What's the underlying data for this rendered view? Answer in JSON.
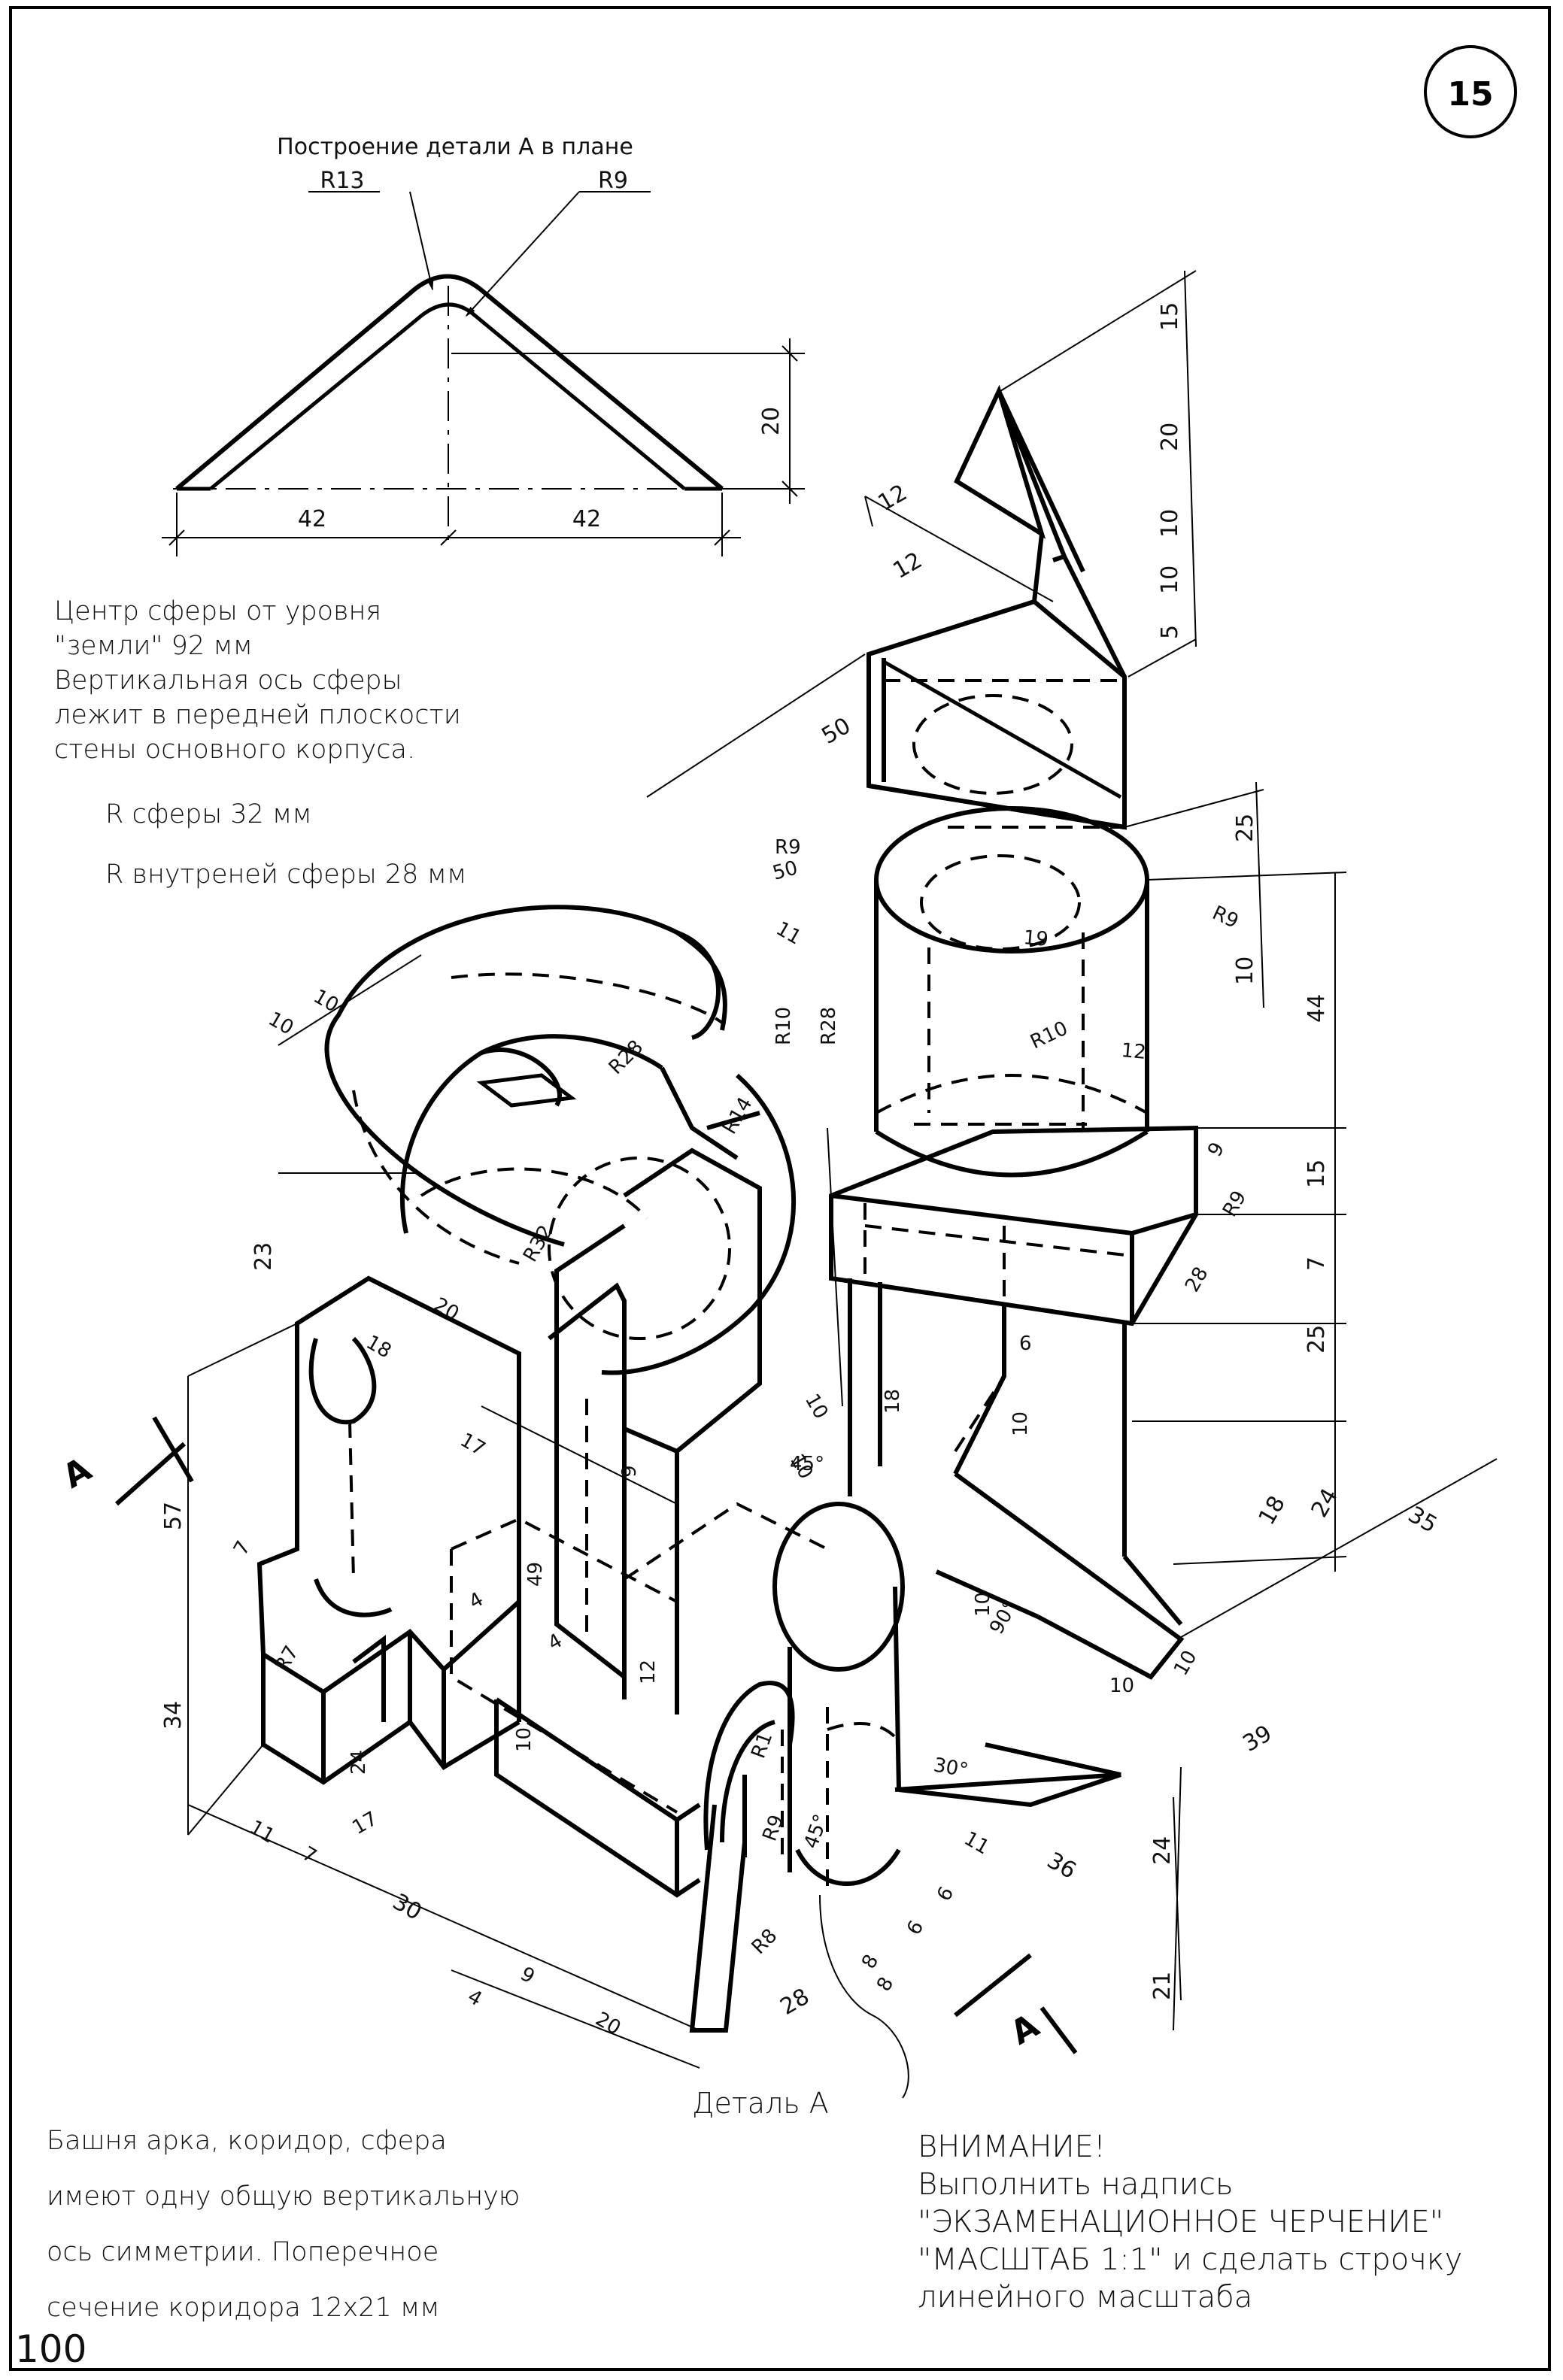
{
  "sheet": {
    "number": "15",
    "page_number": "100"
  },
  "plan_view": {
    "title": "Построение детали А в плане",
    "radius_left": "R13",
    "radius_right": "R9",
    "height": "20",
    "width_left": "42",
    "width_right": "42"
  },
  "notes": {
    "sphere_center": [
      "Центр сферы от уровня",
      "\"земли\" 92 мм",
      "Вертикальная ось сферы",
      "лежит в передней плоскости",
      "стены основного корпуса."
    ],
    "sphere_radius": "R сферы 32 мм",
    "inner_sphere_radius": "R внутреней сферы 28 мм",
    "symmetry": [
      "Башня арка, коридор, сфера",
      "имеют одну общую вертикальную",
      "ось симметрии. Поперечное",
      "сечение коридора 12х21 мм"
    ],
    "attention": [
      "ВНИМАНИЕ!",
      "Выполнить надпись",
      "\"ЭКЗАМЕНАЦИОННОЕ ЧЕРЧЕНИЕ\"",
      "\"МАСШТАБ 1:1\" и сделать строчку",
      "линейного масштаба"
    ]
  },
  "callouts": {
    "detail_a": "Деталь А",
    "section_left": "А",
    "section_right": "А"
  },
  "dimensions": {
    "spire_right": [
      "15",
      "20",
      "10",
      "10",
      "5"
    ],
    "spire_left": [
      "12",
      "12"
    ],
    "cube_width": "50",
    "cylinder_top": [
      "R9",
      "50",
      "R9",
      "19",
      "R10",
      "10",
      "25"
    ],
    "right_column": [
      "44",
      "15",
      "7",
      "25",
      "24",
      "35",
      "18"
    ],
    "tower_base": [
      "12",
      "9",
      "R9",
      "28",
      "6",
      "10",
      "18",
      "10"
    ],
    "sphere": [
      "11",
      "10",
      "10",
      "R28",
      "R10",
      "R28",
      "R14",
      "R32",
      "23",
      "20",
      "18"
    ],
    "left_block": [
      "57",
      "34",
      "7",
      "R7",
      "24",
      "11",
      "7",
      "17",
      "30",
      "4",
      "9",
      "20"
    ],
    "corridor": [
      "17",
      "49",
      "4",
      "4",
      "12",
      "10",
      "9",
      "10",
      "45°"
    ],
    "ramp": [
      "10",
      "90°",
      "10",
      "10",
      "39",
      "30°",
      "R1",
      "R9",
      "45°",
      "R8",
      "11",
      "36",
      "6",
      "6",
      "8",
      "8",
      "28",
      "24",
      "21"
    ]
  }
}
